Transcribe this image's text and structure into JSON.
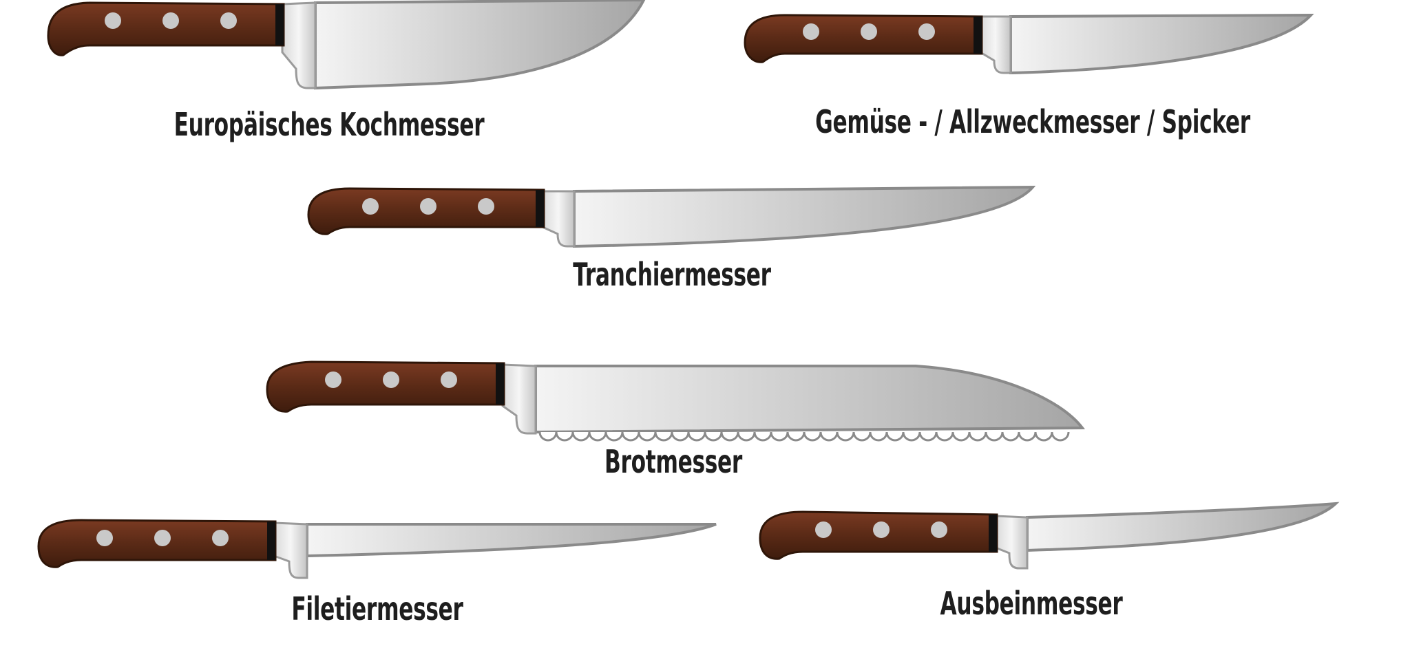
{
  "colors": {
    "background": "#ffffff",
    "handle": "#5a2a16",
    "handle_dark": "#3a1a0c",
    "handle_highlight": "#7a3a22",
    "rivet": "#c9c9c9",
    "bolster_ring": "#111111",
    "blade_light": "#f2f2f2",
    "blade_dark": "#9a9a9a",
    "blade_edge": "#8a8a8a",
    "label": "#1e1e1e"
  },
  "knives": [
    {
      "id": "chef",
      "label": "Europäisches Kochmesser",
      "serrated": false
    },
    {
      "id": "utility",
      "label": "Gemüse - / Allzweckmesser / Spicker",
      "serrated": false
    },
    {
      "id": "carving",
      "label": "Tranchiermesser",
      "serrated": false
    },
    {
      "id": "bread",
      "label": "Brotmesser",
      "serrated": true
    },
    {
      "id": "fillet",
      "label": "Filetiermesser",
      "serrated": false
    },
    {
      "id": "boning",
      "label": "Ausbeinmesser",
      "serrated": false
    }
  ]
}
